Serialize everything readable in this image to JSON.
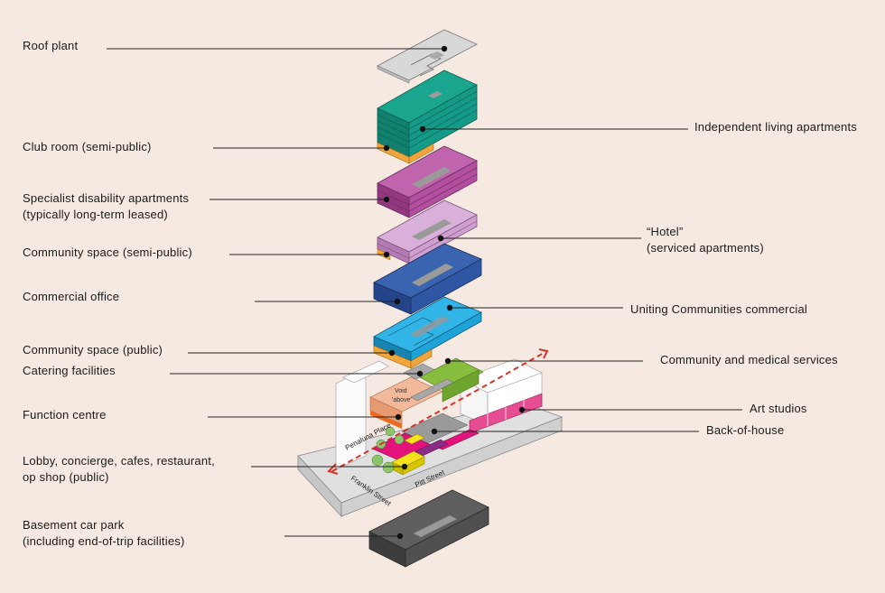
{
  "labels": {
    "roof_plant": "Roof plant",
    "independent_living": "Independent living apartments",
    "club_room": "Club room (semi-public)",
    "specialist_disability_1": "Specialist disability apartments",
    "specialist_disability_2": "(typically long-term leased)",
    "hotel_1": "“Hotel”",
    "hotel_2": "(serviced apartments)",
    "community_space_semi": "Community space (semi-public)",
    "commercial_office": "Commercial office",
    "uniting_communities": "Uniting Communities commercial",
    "community_space_public": "Community space (public)",
    "community_medical": "Community and medical services",
    "catering": "Catering facilities",
    "art_studios": "Art studios",
    "function_centre": "Function centre",
    "back_of_house": "Back-of-house",
    "lobby_1": "Lobby, concierge, cafes, restaurant,",
    "lobby_2": "op shop (public)",
    "basement_1": "Basement car park",
    "basement_2": "(including end-of-trip facilities)"
  },
  "map_text": {
    "street_franklin": "Franklin Street",
    "street_pitt": "Pitt Street",
    "place_penaluna": "Penaluna Place",
    "void_1": "Void",
    "void_2": "'above'"
  },
  "colors": {
    "background": "#f6e9e2",
    "roof_plant": "#d6d6d6",
    "independent_living": "#149a86",
    "club_room": "#f0a63a",
    "specialist_disability": "#b24f9e",
    "hotel": "#cf9fcf",
    "commercial_office": "#2e56a3",
    "uniting_communities": "#1ea3d9",
    "community_space_public": "#f0a63a",
    "community_medical": "#86bd3f",
    "function_centre": "#f2b99a",
    "art_studios": "#e64d93",
    "lobby": "#e4137c",
    "lobby_yellow": "#f4e31a",
    "basement": "#5a5a5a",
    "ground_plate": "#e0e0e0",
    "arrow": "#d4352b"
  }
}
